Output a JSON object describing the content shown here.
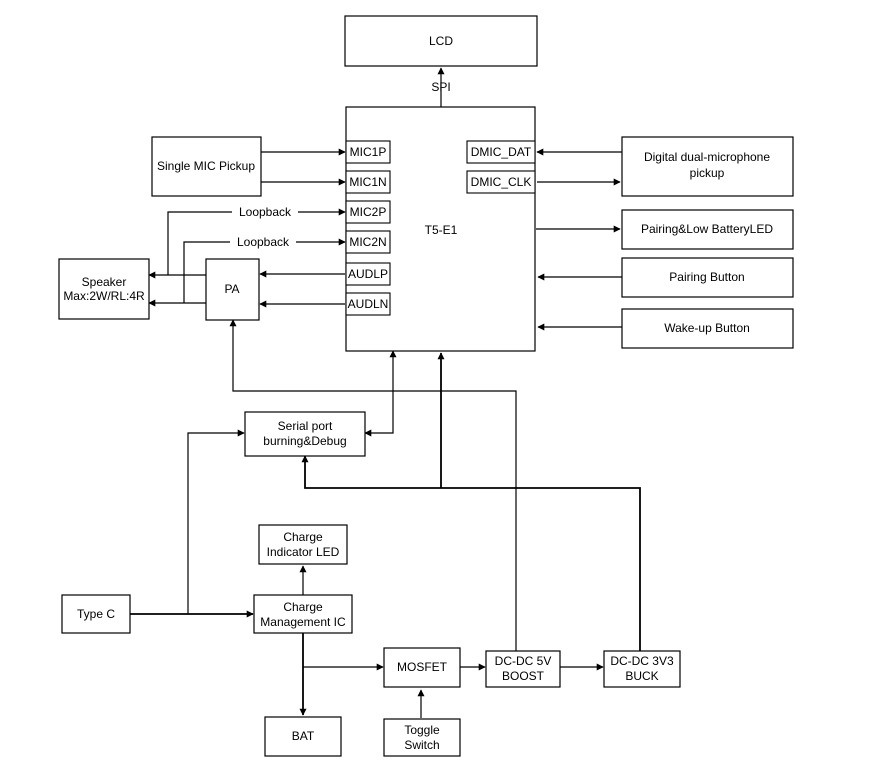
{
  "blocks": {
    "lcd": "LCD",
    "mcu": "T5-E1",
    "single_mic": "Single MIC Pickup",
    "digital_mic_line1": "Digital dual-microphone",
    "digital_mic_line2": "pickup",
    "pairing_led": "Pairing&Low BatteryLED",
    "pairing_button": "Pairing Button",
    "wakeup_button": "Wake-up Button",
    "speaker_line1": "Speaker",
    "speaker_line2": "Max:2W/RL:4R",
    "pa": "PA",
    "serial_line1": "Serial port",
    "serial_line2": "burning&Debug",
    "charge_led_line1": "Charge",
    "charge_led_line2": "Indicator LED",
    "type_c": "Type C",
    "charge_ic_line1": "Charge",
    "charge_ic_line2": "Management IC",
    "mosfet": "MOSFET",
    "boost_line1": "DC-DC 5V",
    "boost_line2": "BOOST",
    "buck_line1": "DC-DC 3V3",
    "buck_line2": "BUCK",
    "bat": "BAT",
    "toggle_line1": "Toggle",
    "toggle_line2": "Switch"
  },
  "pins": {
    "mic1p": "MIC1P",
    "mic1n": "MIC1N",
    "mic2p": "MIC2P",
    "mic2n": "MIC2N",
    "audlp": "AUDLP",
    "audln": "AUDLN",
    "dmic_dat": "DMIC_DAT",
    "dmic_clk": "DMIC_CLK"
  },
  "labels": {
    "spi": "SPI",
    "loopback1": "Loopback",
    "loopback2": "Loopback"
  }
}
